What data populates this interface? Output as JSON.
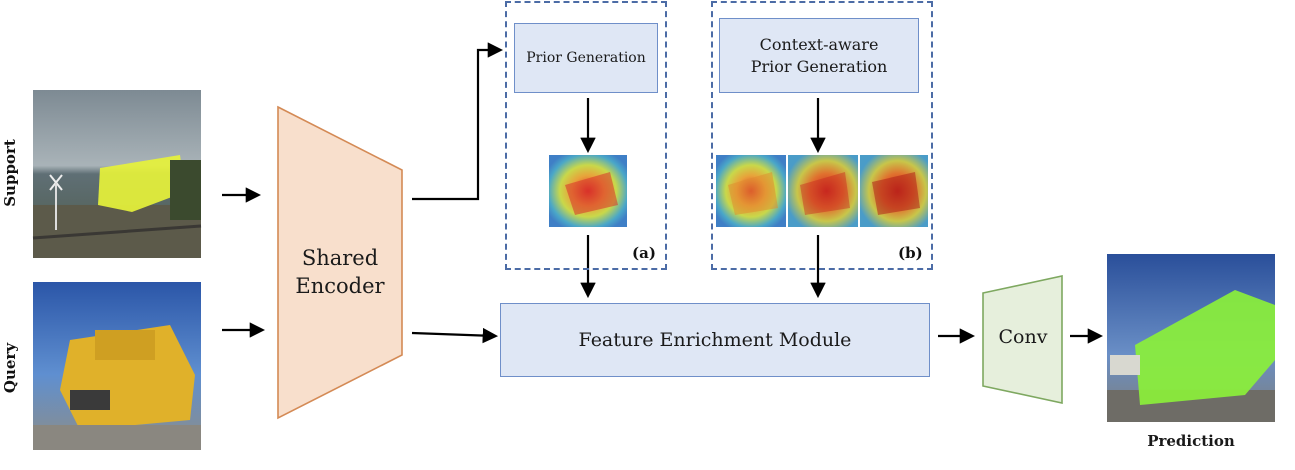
{
  "labels": {
    "support": "Support",
    "query": "Query",
    "prediction": "Prediction"
  },
  "encoder": {
    "line1": "Shared",
    "line2": "Encoder"
  },
  "prior_a": {
    "title": "Prior Generation",
    "tag": "(a)"
  },
  "prior_b": {
    "line1": "Context-aware",
    "line2": "Prior Generation",
    "tag": "(b)"
  },
  "fem": {
    "label": "Feature Enrichment Module"
  },
  "conv": {
    "label": "Conv"
  },
  "colors": {
    "encoder_fill": "#f8dfcc",
    "encoder_stroke": "#d48a55",
    "conv_fill": "#e6efdc",
    "conv_stroke": "#7ea860",
    "box_fill": "#dfe7f5",
    "box_stroke": "#6f8fc9",
    "dashed": "#4c6ca6",
    "mask_green": "#8bf03a",
    "mask_yellow": "#e6f23a"
  }
}
